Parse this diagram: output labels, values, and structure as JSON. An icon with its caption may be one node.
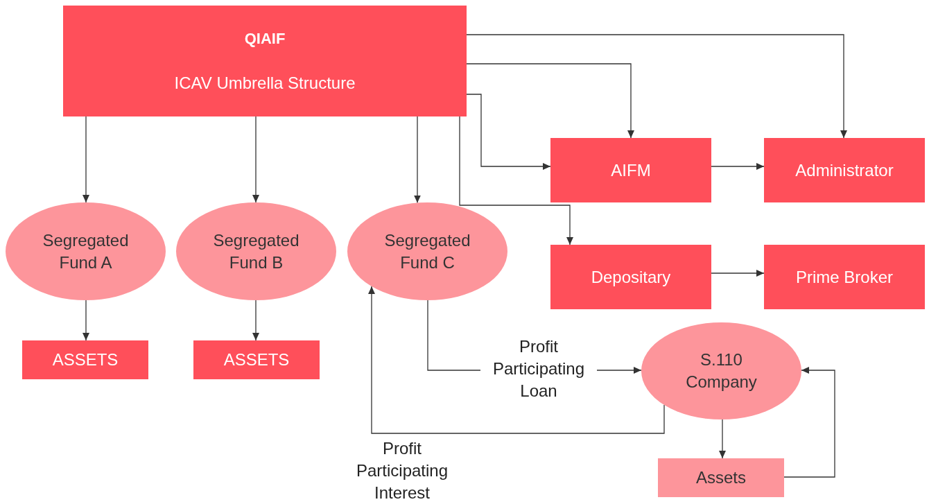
{
  "diagram": {
    "nodes": [
      {
        "text": [
          "QIAIF",
          "ICAV Umbrella Structure"
        ]
      },
      {
        "text": [
          "Segregated Fund A"
        ]
      },
      {
        "text": [
          "Segregated Fund B"
        ]
      },
      {
        "text": [
          "Segregated Fund C"
        ]
      },
      {
        "text": [
          "AIFM"
        ]
      },
      {
        "text": [
          "Administrator"
        ]
      },
      {
        "text": [
          "Depositary"
        ]
      },
      {
        "text": [
          "Prime Broker"
        ]
      },
      {
        "text": [
          "ASSETS"
        ]
      },
      {
        "text": [
          "ASSETS"
        ]
      },
      {
        "text": [
          "S.110 Company"
        ]
      },
      {
        "text": [
          "Assets"
        ]
      }
    ],
    "edges": [
      {
        "from": 0,
        "to": 1,
        "arrow": "to"
      },
      {
        "from": 0,
        "to": 2,
        "arrow": "to"
      },
      {
        "from": 0,
        "to": 3,
        "arrow": "to"
      },
      {
        "from": 0,
        "to": 4,
        "arrow": "to"
      },
      {
        "from": 0,
        "to": 4,
        "arrow": "to"
      },
      {
        "from": 0,
        "to": 5,
        "arrow": "to"
      },
      {
        "from": 0,
        "to": 6,
        "arrow": "to"
      },
      {
        "from": 4,
        "to": 5,
        "arrow": "to"
      },
      {
        "from": 6,
        "to": 7,
        "arrow": "to"
      },
      {
        "from": 1,
        "to": 8,
        "arrow": "to"
      },
      {
        "from": 2,
        "to": 9,
        "arrow": "to"
      },
      {
        "from": 3,
        "to": 10,
        "arrow": "to",
        "label": "Profit Participating Loan"
      },
      {
        "from": 10,
        "to": 3,
        "arrow": "to",
        "label": "Profit Participating Interest"
      },
      {
        "from": 10,
        "to": 11,
        "arrow": "to"
      },
      {
        "from": 11,
        "to": 10,
        "arrow": "to"
      }
    ]
  }
}
